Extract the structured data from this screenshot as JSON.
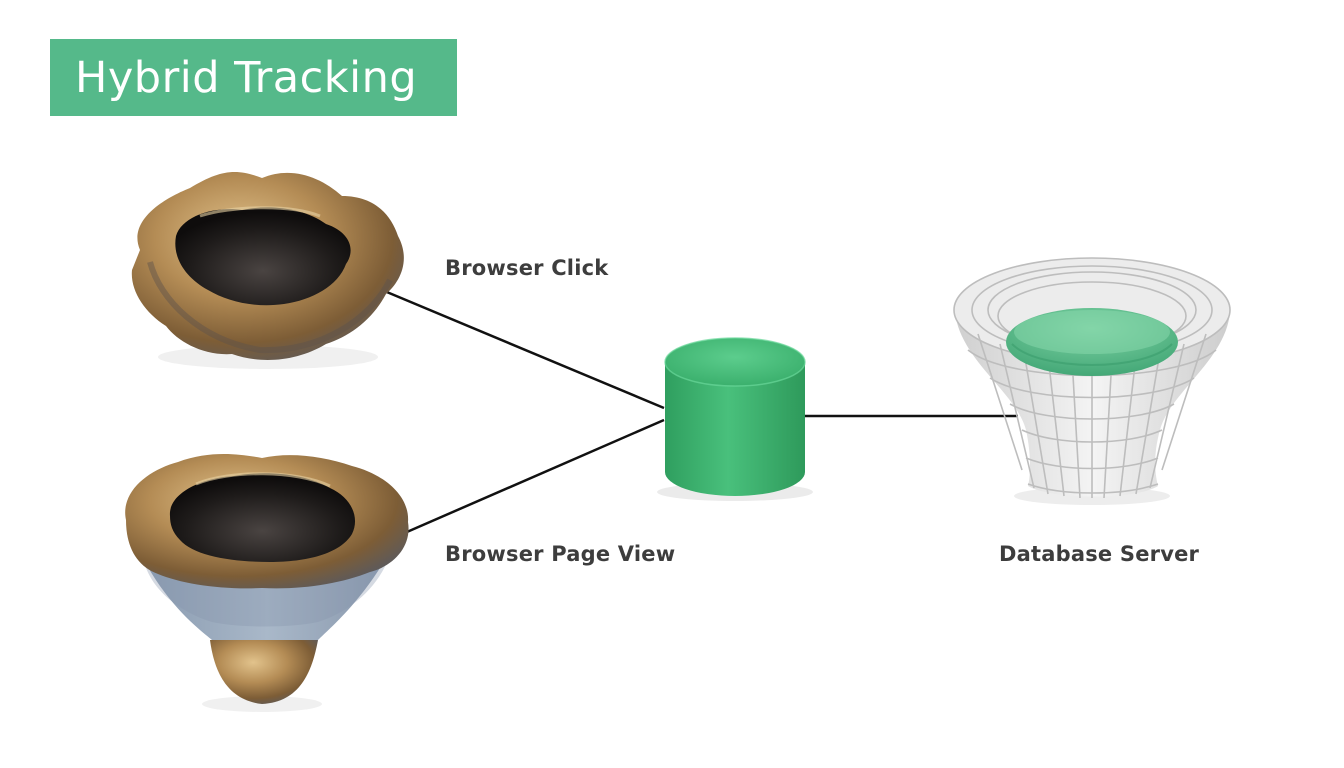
{
  "title": "Hybrid Tracking",
  "nodes": {
    "browser_click": {
      "label": "Browser Click"
    },
    "browser_page_view": {
      "label": "Browser Page View"
    },
    "hub": {
      "label": ""
    },
    "database_server": {
      "label": "Database Server"
    }
  },
  "colors": {
    "accent_green": "#55b98a",
    "hub_green": "#3fb472",
    "bronze": "#b08a52",
    "band_blue": "#9aabbe",
    "grid_white": "#e9e9e9",
    "connector": "#111111",
    "label_text": "#3d3d3d"
  }
}
